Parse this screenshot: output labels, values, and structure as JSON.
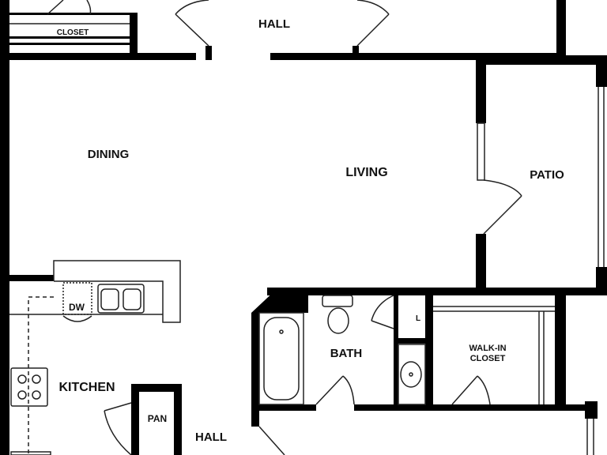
{
  "colors": {
    "wall": "#000000",
    "fixture": "#333333",
    "background": "#ffffff"
  },
  "rooms": {
    "closet": "CLOSET",
    "hall_top": "HALL",
    "dining": "DINING",
    "living": "LIVING",
    "patio": "PATIO",
    "bath": "BATH",
    "linen": "L",
    "walk_in_closet_line1": "WALK-IN",
    "walk_in_closet_line2": "CLOSET",
    "kitchen": "KITCHEN",
    "pantry": "PAN",
    "dishwasher": "DW",
    "hall_bottom": "HALL"
  }
}
